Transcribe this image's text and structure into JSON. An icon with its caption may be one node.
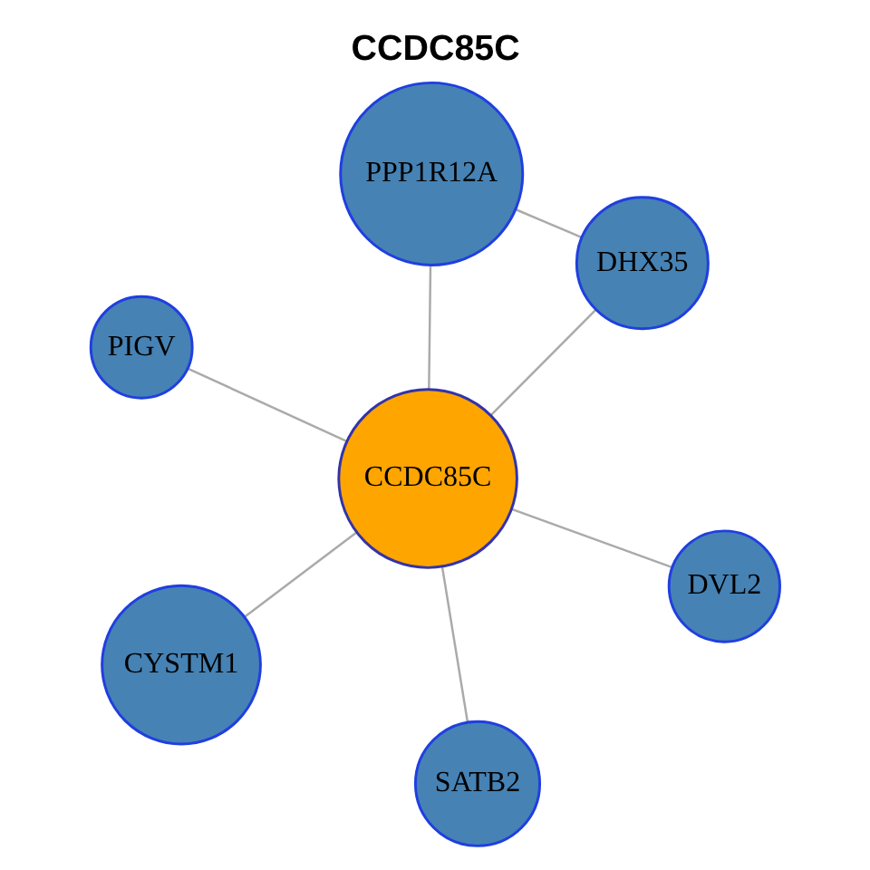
{
  "diagram": {
    "title": "CCDC85C",
    "nodes": [
      {
        "text": [
          "PIGV"
        ]
      },
      {
        "text": [
          "DVL2"
        ]
      },
      {
        "text": [
          "SATB2"
        ]
      },
      {
        "text": [
          "CCDC85C"
        ]
      },
      {
        "text": [
          "DHX35"
        ]
      },
      {
        "text": [
          "PPP1R12A"
        ]
      },
      {
        "text": [
          "CYSTM1"
        ]
      }
    ],
    "edges": [
      {
        "from": 3,
        "to": 0,
        "arrow": "none"
      },
      {
        "from": 3,
        "to": 1,
        "arrow": "none"
      },
      {
        "from": 3,
        "to": 2,
        "arrow": "none"
      },
      {
        "from": 3,
        "to": 4,
        "arrow": "none"
      },
      {
        "from": 3,
        "to": 5,
        "arrow": "none"
      },
      {
        "from": 3,
        "to": 6,
        "arrow": "none"
      },
      {
        "from": 4,
        "to": 5,
        "arrow": "none"
      }
    ]
  }
}
